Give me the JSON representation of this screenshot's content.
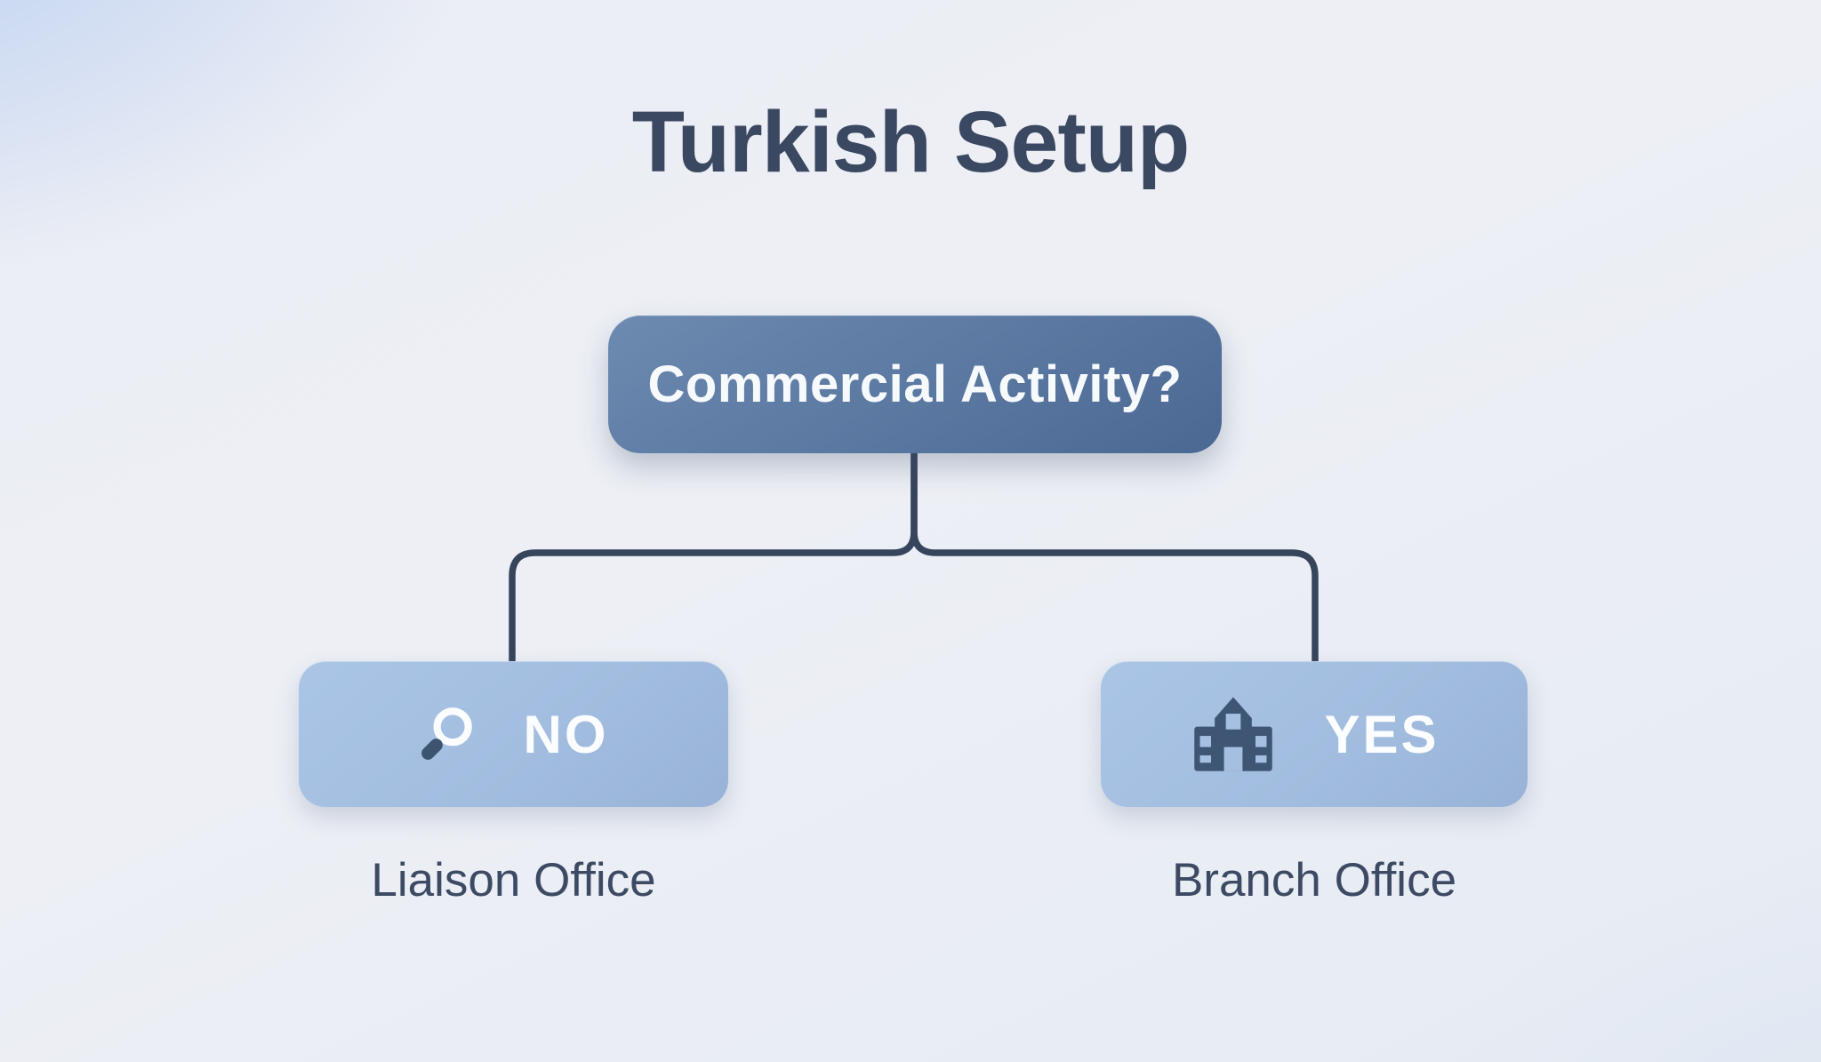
{
  "title": "Turkish Setup",
  "diagram": {
    "root": {
      "label": "Commercial Activity?"
    },
    "branches": [
      {
        "answer": "NO",
        "icon": "magnifier-icon",
        "outcome": "Liaison Office"
      },
      {
        "answer": "YES",
        "icon": "building-icon",
        "outcome": "Branch Office"
      }
    ]
  },
  "colors": {
    "connector": "#36455c",
    "decision_gradient_top": "#6d8ab0",
    "decision_gradient_bottom": "#4a6892",
    "leaf_gradient_top": "#aac5e5",
    "leaf_gradient_bottom": "#98b3d7",
    "icon_navy": "#3e5573",
    "text_dark": "#3b4861",
    "text_white": "#fbfdfe",
    "background_tint": "#b7cdf0"
  }
}
